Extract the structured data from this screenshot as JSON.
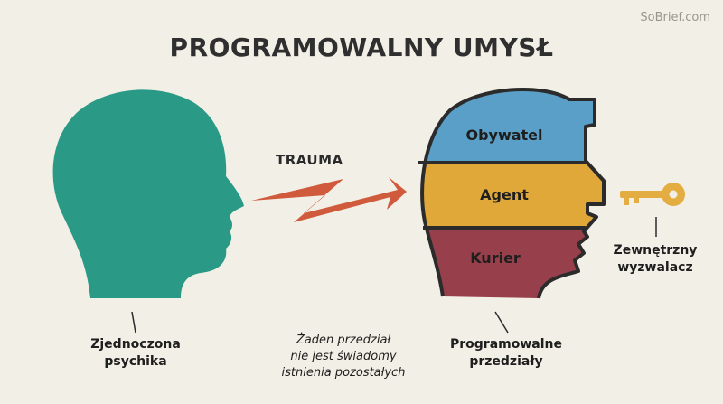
{
  "watermark": "SoBrief.com",
  "title": "PROGRAMOWALNY UMYSŁ",
  "trauma_label": "TRAUMA",
  "captions": {
    "left": [
      "Zjednoczona",
      "psychika"
    ],
    "middle": [
      "Żaden przedział",
      "nie jest świadomy",
      "istnienia pozostałych"
    ],
    "right": [
      "Programowalne",
      "przedziały"
    ],
    "key": [
      "Zewnętrzny",
      "wyzwalacz"
    ]
  },
  "compartments": [
    {
      "label": "Obywatel",
      "color": "#5a9fc7"
    },
    {
      "label": "Agent",
      "color": "#e0a838"
    },
    {
      "label": "Kurier",
      "color": "#97404b"
    }
  ],
  "colors": {
    "unified_head": "#2a9a86",
    "bolt": "#d05a3c",
    "key": "#e4ad42",
    "outline": "#2b2b2b"
  }
}
